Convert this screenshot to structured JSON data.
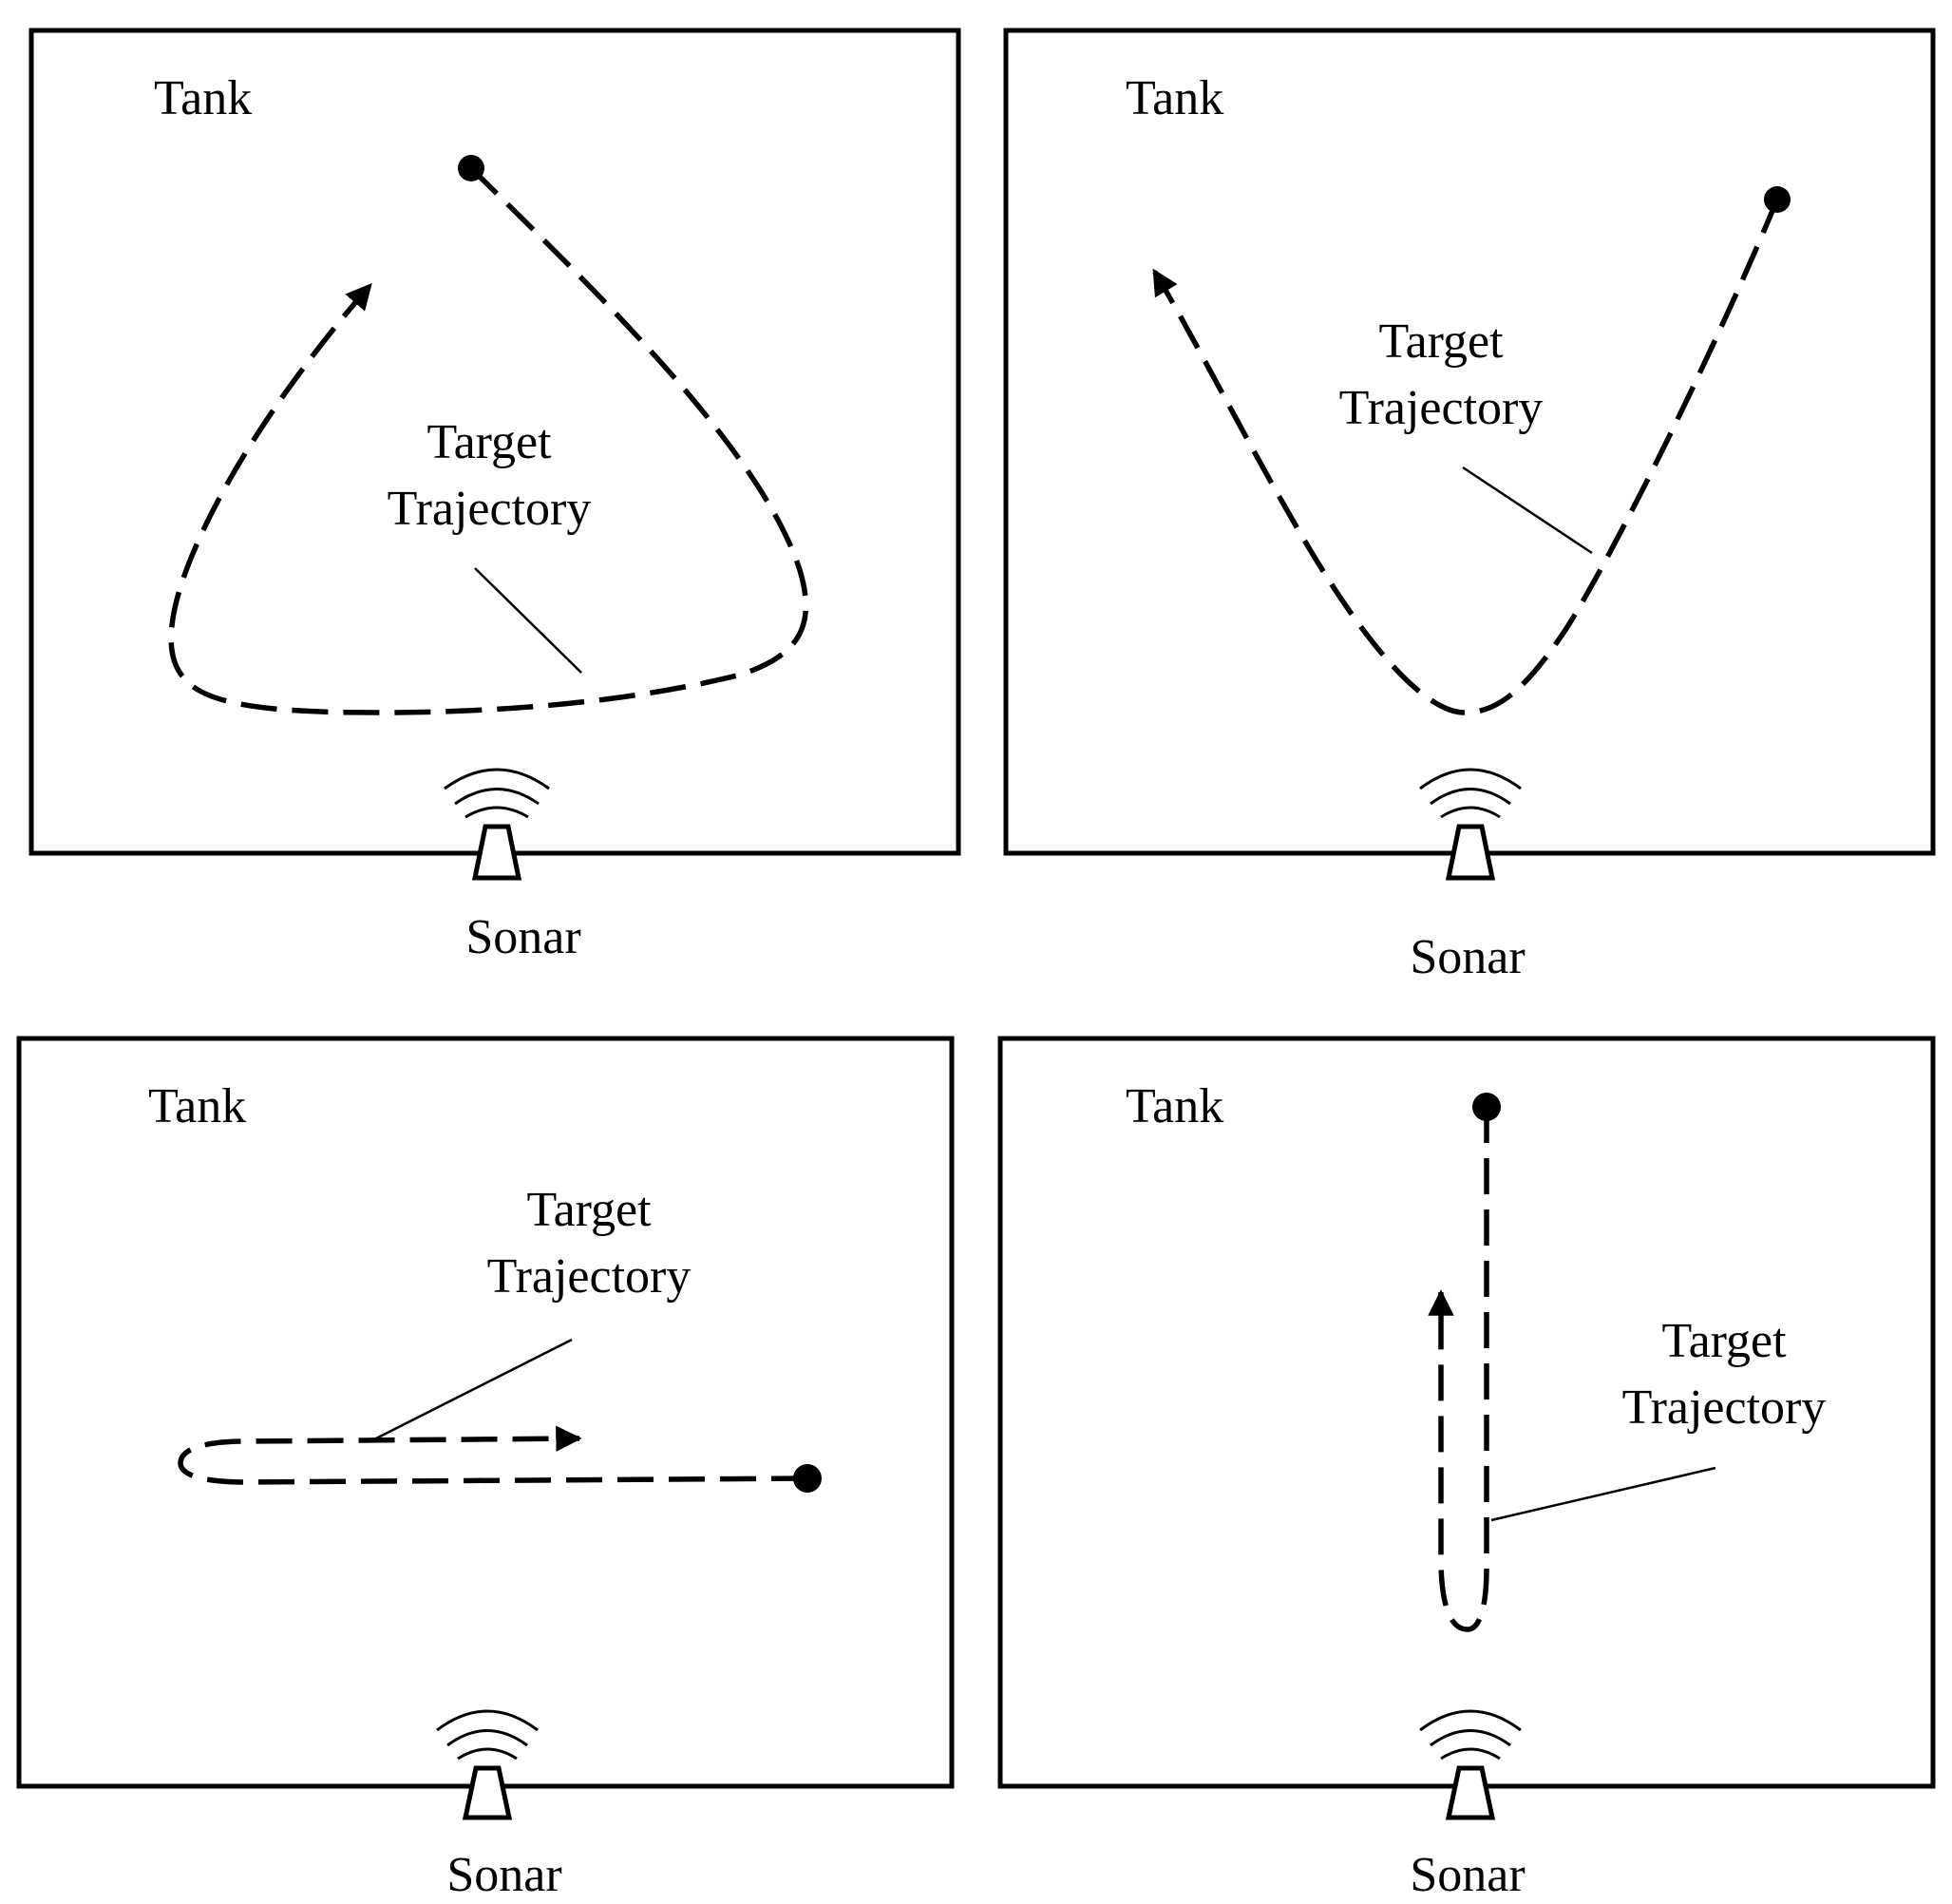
{
  "panels": [
    {
      "tank_label": "Tank",
      "trajectory_label_line1": "Target",
      "trajectory_label_line2": "Trajectory",
      "sonar_label": "Sonar"
    },
    {
      "tank_label": "Tank",
      "trajectory_label_line1": "Target",
      "trajectory_label_line2": "Trajectory",
      "sonar_label": "Sonar"
    },
    {
      "tank_label": "Tank",
      "trajectory_label_line1": "Target",
      "trajectory_label_line2": "Trajectory",
      "sonar_label": "Sonar"
    },
    {
      "tank_label": "Tank",
      "trajectory_label_line1": "Target",
      "trajectory_label_line2": "Trajectory",
      "sonar_label": "Sonar"
    }
  ]
}
